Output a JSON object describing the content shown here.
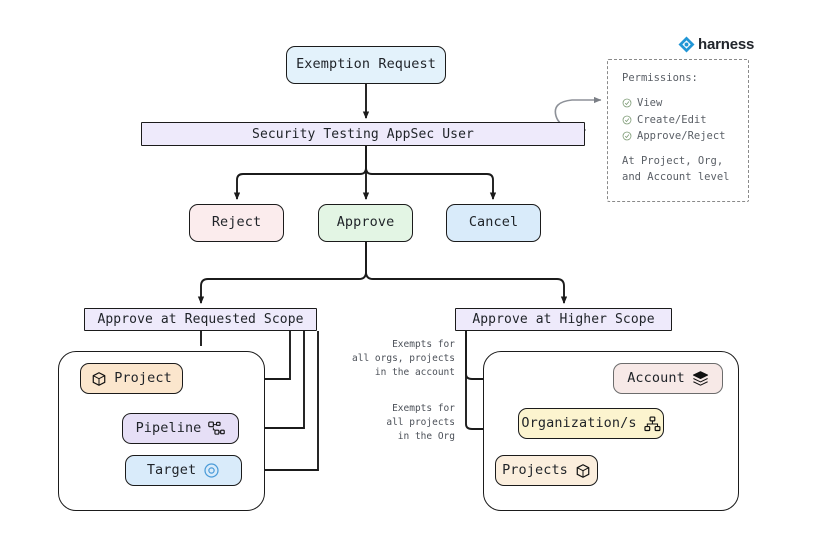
{
  "brand": {
    "name": "harness",
    "logo_icon": "harness-diamond-logo-icon",
    "accent_color": "#2196d6"
  },
  "diagram": {
    "title_nodes": {
      "exemption_request": "Exemption Request",
      "user": "Security Testing AppSec User"
    },
    "decisions": [
      {
        "key": "reject",
        "label": "Reject",
        "color": "#fbeced"
      },
      {
        "key": "approve",
        "label": "Approve",
        "color": "#e3f5e4"
      },
      {
        "key": "cancel",
        "label": "Cancel",
        "color": "#d9ebfa"
      }
    ],
    "scopes": {
      "requested": "Approve at Requested Scope",
      "higher": "Approve at Higher Scope"
    },
    "requested_scope_nodes": [
      {
        "key": "project",
        "label": "Project",
        "icon": "cube-icon",
        "color": "#fbe6cd"
      },
      {
        "key": "pipeline",
        "label": "Pipeline",
        "icon": "pipeline-icon",
        "color": "#e6dff6"
      },
      {
        "key": "target",
        "label": "Target",
        "icon": "target-icon",
        "color": "#d9ebfa"
      }
    ],
    "higher_scope_nodes": [
      {
        "key": "account",
        "label": "Account",
        "icon": "layers-icon",
        "color": "#f7e9e7"
      },
      {
        "key": "org",
        "label": "Organization/s",
        "icon": "org-tree-icon",
        "color": "#fcf4cf"
      },
      {
        "key": "projects",
        "label": "Projects",
        "icon": "cube-icon",
        "color": "#fbeedd"
      }
    ],
    "edge_captions": {
      "account": "Exempts for\nall orgs, projects\nin the account",
      "org": "Exempts for\nall projects\nin the Org"
    }
  },
  "permissions": {
    "title": "Permissions:",
    "items": [
      {
        "icon": "check-circle-icon",
        "label": "View"
      },
      {
        "icon": "check-circle-icon",
        "label": "Create/Edit"
      },
      {
        "icon": "check-circle-icon",
        "label": "Approve/Reject"
      }
    ],
    "footer": "At Project, Org,\nand Account level"
  }
}
